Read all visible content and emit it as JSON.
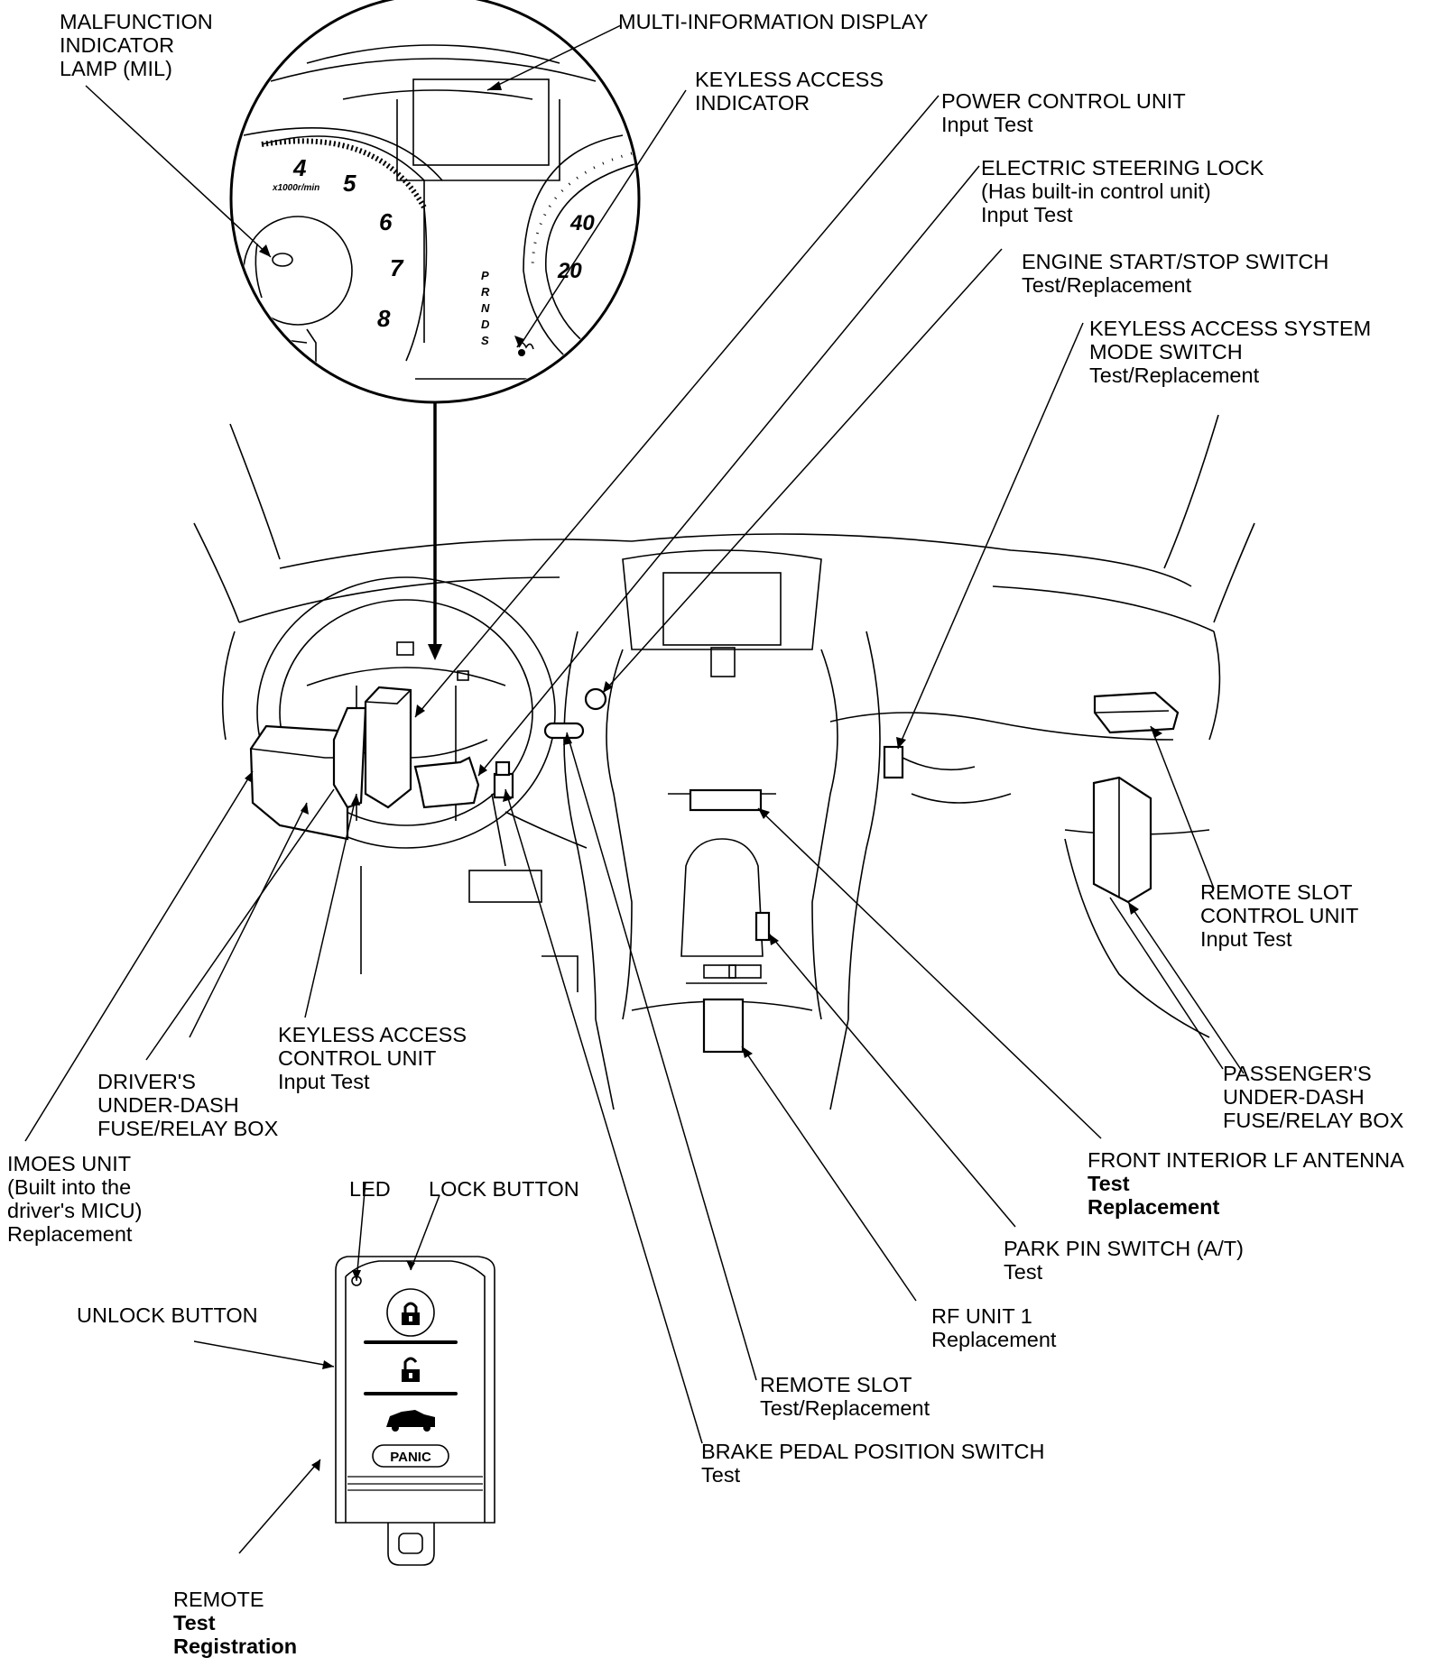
{
  "labels": {
    "mil": [
      "MALFUNCTION",
      "INDICATOR",
      "LAMP (MIL)"
    ],
    "mid": [
      "MULTI-INFORMATION DISPLAY"
    ],
    "keyless_indicator": [
      "KEYLESS ACCESS",
      "INDICATOR"
    ],
    "pcu": [
      "POWER CONTROL UNIT",
      "Input Test"
    ],
    "esl": [
      "ELECTRIC STEERING LOCK",
      "(Has built-in control unit)",
      "Input Test"
    ],
    "start_stop": [
      "ENGINE START/STOP SWITCH",
      "Test/Replacement"
    ],
    "mode_switch": [
      "KEYLESS ACCESS SYSTEM",
      "MODE SWITCH",
      "Test/Replacement"
    ],
    "slot_cu": [
      "REMOTE SLOT",
      "CONTROL UNIT",
      "Input Test"
    ],
    "pass_fuse": [
      "PASSENGER'S",
      "UNDER-DASH",
      "FUSE/RELAY BOX"
    ],
    "lf_antenna": [
      "FRONT INTERIOR LF ANTENNA",
      "Test",
      "Replacement"
    ],
    "park_pin": [
      "PARK PIN SWITCH (A/T)",
      "Test"
    ],
    "rf_unit": [
      "RF UNIT 1",
      "Replacement"
    ],
    "remote_slot": [
      "REMOTE SLOT",
      "Test/Replacement"
    ],
    "brake_switch": [
      "BRAKE PEDAL POSITION SWITCH",
      "Test"
    ],
    "keyless_cu": [
      "KEYLESS ACCESS",
      "CONTROL UNIT",
      "Input Test"
    ],
    "drv_fuse": [
      "DRIVER'S",
      "UNDER-DASH",
      "FUSE/RELAY BOX"
    ],
    "imoes": [
      "IMOES UNIT",
      "(Built into the",
      "driver's MICU)",
      "Replacement"
    ],
    "led": [
      "LED"
    ],
    "lock_button": [
      "LOCK BUTTON"
    ],
    "unlock_button": [
      "UNLOCK BUTTON"
    ],
    "remote": [
      "REMOTE",
      "Test",
      "Registration"
    ]
  },
  "gauge": {
    "tach": [
      "4",
      "5",
      "6",
      "7",
      "8"
    ],
    "tach_unit": "x1000r/min",
    "speed": [
      "40",
      "20"
    ],
    "gear": [
      "P",
      "R",
      "N",
      "D",
      "S"
    ]
  },
  "remote_fob": {
    "panic_label": "PANIC"
  }
}
